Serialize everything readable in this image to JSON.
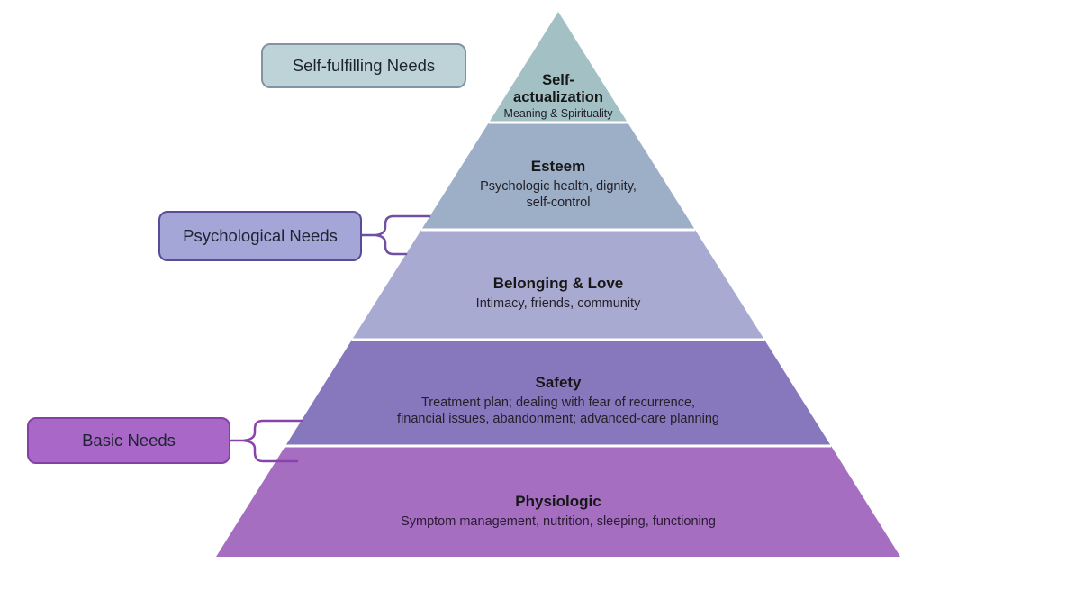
{
  "pyramid": {
    "divider_color": "#ffffff",
    "levels": [
      {
        "title": "Self-\nactualization",
        "subtitle": "Meaning & Spirituality",
        "color": "#a3c0c5"
      },
      {
        "title": "Esteem",
        "subtitle": "Psychologic health, dignity,\nself-control",
        "color": "#9cafc7"
      },
      {
        "title": "Belonging & Love",
        "subtitle": "Intimacy, friends, community",
        "color": "#a9aad2"
      },
      {
        "title": "Safety",
        "subtitle": "Treatment plan; dealing with fear of recurrence,\nfinancial issues, abandonment; advanced-care planning",
        "color": "#8778be"
      },
      {
        "title": "Physiologic",
        "subtitle": "Symptom management, nutrition, sleeping, functioning",
        "color": "#a56ec1"
      }
    ]
  },
  "side_labels": {
    "self_fulfilling": {
      "text": "Self-fulfilling Needs",
      "fill": "#bed3d8",
      "border": "#8493a4"
    },
    "psychological": {
      "text": "Psychological Needs",
      "fill": "#a5a6d8",
      "border": "#5a4b99",
      "bracket": "#7050a0"
    },
    "basic": {
      "text": "Basic Needs",
      "fill": "#a968c7",
      "border": "#8440a4",
      "bracket": "#8a43ab"
    }
  }
}
